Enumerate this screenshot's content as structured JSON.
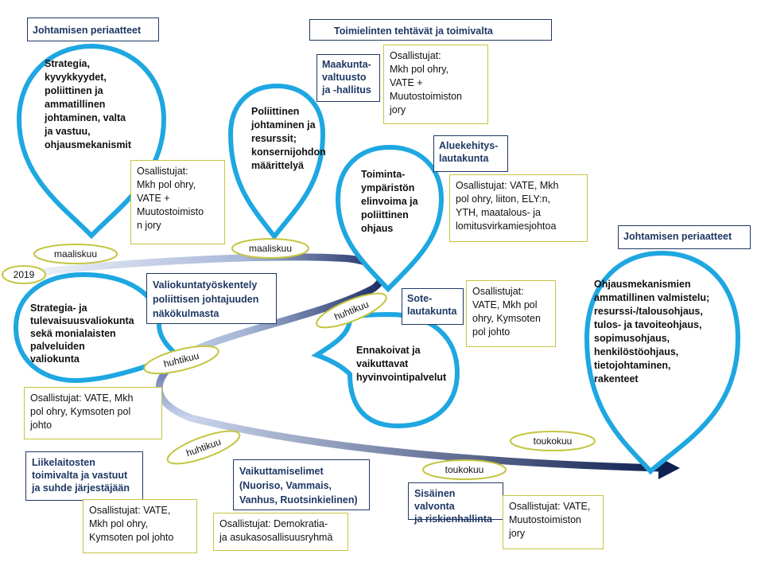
{
  "headers": {
    "johtamisen_top": "Johtamisen periaatteet",
    "toimielinten": "Toimielinten tehtävät ja toimivalta",
    "johtamisen_right": "Johtamisen periaatteet"
  },
  "bodies": {
    "maakunta": "Maakunta-\nvaltuusto\nja -hallitus",
    "aluekehitys": "Aluekehitys-\nlautakunta",
    "valiokunta": "Valiokuntatyöskentely\npoliittisen johtajuuden\nnäkökulmasta",
    "sote": "Sote-\nlautakunta",
    "liikelaitosten": "Liikelaitosten\ntoimivalta ja vastuut\nja suhde järjestäjään",
    "vaikuttamis": "Vaikuttamiselimet\n(Nuoriso, Vammais,\nVanhus, Ruotsinkielinen)",
    "sisainen": "Sisäinen valvonta\nja riskienhallinta"
  },
  "participants": {
    "p1": "Osallistujat:\nMkh pol ohry,\nVATE +\nMuutostoimisto\nn jory",
    "p2": "Osallistujat:\nMkh pol ohry,\nVATE +\nMuutostoimiston\njory",
    "p3": "Osallistujat: VATE, Mkh\npol ohry, liiton, ELY:n,\nYTH, maatalous- ja\nlomitusvirkamiesjohtoa",
    "p4": "Osallistujat:\nVATE, Mkh pol\nohry, Kymsoten\npol johto",
    "p5": "Osallistujat: VATE, Mkh\npol ohry, Kymsoten pol\njohto",
    "p6": "Osallistujat: VATE,\nMkh pol ohry,\nKymsoten pol johto",
    "p7": "Osallistujat: Demokratia-\nja asukasosallisuusryhmä",
    "p8": "Osallistujat: VATE,\nMuutostoimiston\njory"
  },
  "bubbles": {
    "b1": "Strategia,\nkyvykkyydet,\npoliittinen ja\nammatillinen\njohtaminen, valta\nja vastuu,\nohjausmekanismit",
    "b2": "Poliittinen\njohtaminen ja\nresurssit;\nkonsernijohdon\nmäärittelyä",
    "b3": "Toiminta-\nympäristön\nelinvoima ja\npoliittinen\nohjaus",
    "b4": "Strategia- ja\ntulevaisuusvaliokunta\nsekä monialaisten\npalveluiden\nvaliokunta",
    "b5": "Ennakoivat ja\nvaikuttavat\nhyvinvointipalvelut",
    "b6": "Ohjausmekanismien\nammatillinen valmistelu;\nresurssi-/talousohjaus,\ntulos- ja tavoiteohjaus,\nsopimusohjaus,\nhenkilöstöohjaus,\ntietojohtaminen,\nrakenteet"
  },
  "months": {
    "m2019": "2019",
    "m_maaliskuu1": "maaliskuu",
    "m_maaliskuu2": "maaliskuu",
    "m_huhtikuu1": "huhtikuu",
    "m_huhtikuu2": "huhtikuu",
    "m_huhtikuu3": "huhtikuu",
    "m_toukokuu1": "toukokuu",
    "m_toukokuu2": "toukokuu"
  },
  "colors": {
    "bubble_outline": "#1ea7e1",
    "navy": "#1f3864",
    "olive": "#c5c542",
    "timeline_light": "#d6e0f0",
    "timeline_dark": "#0f1f4f"
  }
}
